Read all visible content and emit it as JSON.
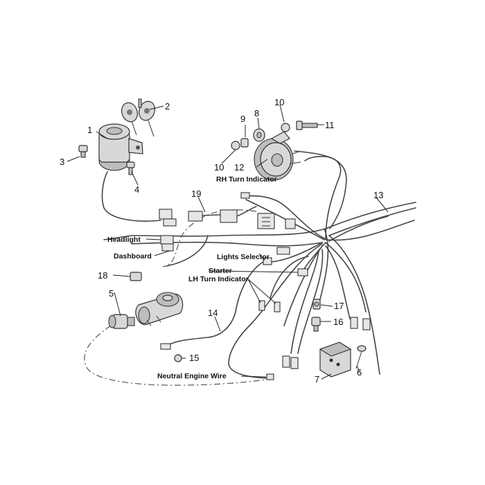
{
  "callouts": {
    "n1": "1",
    "n2": "2",
    "n3": "3",
    "n4": "4",
    "n5": "5",
    "n6": "6",
    "n7": "7",
    "n8": "8",
    "n9": "9",
    "n10a": "10",
    "n10b": "10",
    "n11": "11",
    "n12": "12",
    "n13": "13",
    "n14": "14",
    "n15": "15",
    "n16": "16",
    "n17": "17",
    "n18": "18",
    "n19": "19"
  },
  "labels": {
    "rh_turn": "RH Turn Indicator",
    "headlight": "Headlight",
    "dashboard": "Dashboard",
    "lights_selector": "Lights Selector",
    "starter": "Starter",
    "lh_turn": "LH Turn Indicator",
    "neutral": "Neutral Engine Wire"
  }
}
